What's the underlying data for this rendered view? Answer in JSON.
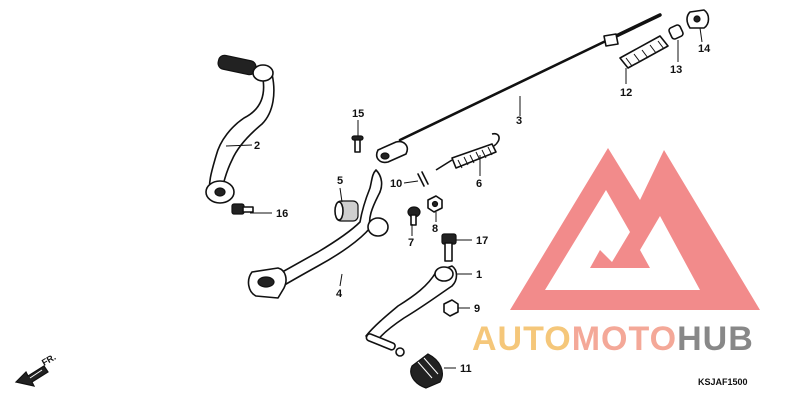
{
  "callouts": {
    "p1": "1",
    "p2": "2",
    "p3": "3",
    "p4": "4",
    "p5": "5",
    "p6": "6",
    "p7": "7",
    "p8": "8",
    "p9": "9",
    "p10": "10",
    "p11": "11",
    "p12": "12",
    "p13": "13",
    "p14": "14",
    "p15": "15",
    "p16": "16",
    "p17": "17"
  },
  "direction_label": "FR.",
  "diagram_code": "KSJAF1500",
  "watermark": {
    "word1": "AUTO",
    "word2": "MOTO",
    "word3": "HUB",
    "colors": {
      "triangle": "#f28b8b",
      "auto": "#f5c77a",
      "moto": "#f4a898",
      "hub": "#888888"
    }
  }
}
